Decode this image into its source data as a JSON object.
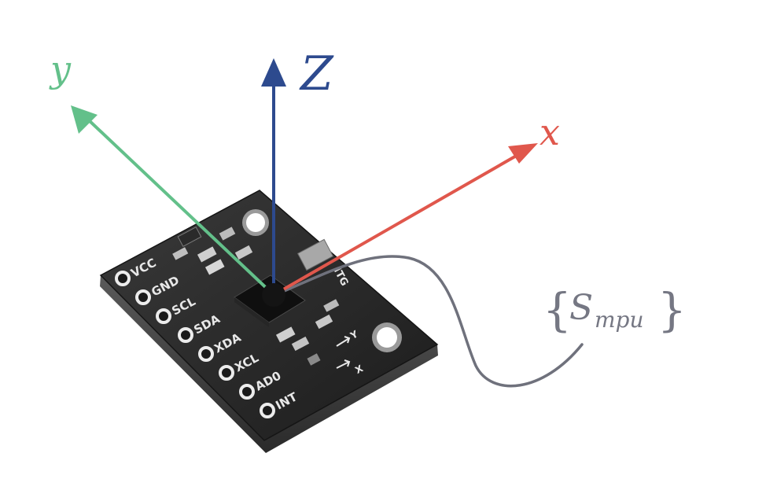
{
  "axes": {
    "x": {
      "label": "x",
      "color": "#e0574c"
    },
    "y": {
      "label": "y",
      "color": "#63c08a"
    },
    "z": {
      "label": "Z",
      "color": "#2d4a8e"
    }
  },
  "frame": {
    "brace_open": "{",
    "symbol": "S",
    "subscript": "mpu",
    "brace_close": "}",
    "line_color": "#6f717c"
  },
  "board": {
    "pins": [
      "VCC",
      "GND",
      "SCL",
      "SDA",
      "XDA",
      "XCL",
      "AD0",
      "INT"
    ],
    "chip_text": "ITG",
    "orientation_marks": [
      "Y",
      "X"
    ]
  }
}
